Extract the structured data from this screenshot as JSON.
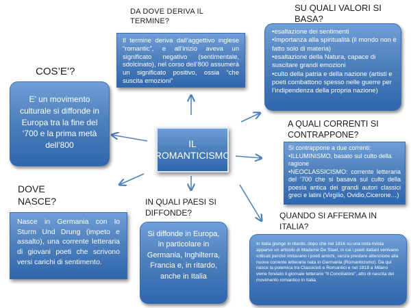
{
  "center": {
    "title": "IL ROMANTICISMO"
  },
  "cosE": {
    "heading": "COS’E’?",
    "text": "E’ un movimento culturale si diffonde in Europa tra la fine del ‘700 e la prima metà dell’800"
  },
  "termine": {
    "heading": "DA DOVE DERIVA IL TERMINE?",
    "text": "Il termine deriva dall’aggettivo inglese “romantic”, e all’inizio aveva un significato negativo (sentimentale, sdolcinato), nel corso dell’800 assumerà un significato positivo, ossia “che suscita emozioni”"
  },
  "valori": {
    "heading": "SU QUALI VALORI SI BASA?",
    "items": [
      "•esaltazione dei sentimenti",
      "•Importanza alla spiritualità (il mondo non è fatto solo di materia)",
      "•esaltazione della Natura, capace di suscitare grandi emozioni",
      "•culto della patria e della nazione (artisti e poeti combattono spesso nelle guerre per l’indipendenza della propria nazione)"
    ]
  },
  "correnti": {
    "heading": "A QUALI CORRENTI SI CONTRAPPONE?",
    "items": [
      "Si contrappone a due correnti:",
      "•ILLUMINISMO, basato sul culto della ragione",
      "•NEOCLASSICISMO: corrente letteraria del ‘700 che si basava sul culto della poesia antica dei grandi autori classici greci e latini (Virgilio, Ovidio,Cicerone…)"
    ]
  },
  "dove": {
    "heading": "DOVE NASCE?",
    "text": "Nasce in Germania con lo Sturm Und Drung (impeto e assalto), una corrente letteraria di giovani poeti che scrivono versi carichi di sentimento."
  },
  "paesi": {
    "heading": "IN QUALI PAESI SI DIFFONDE?",
    "text": "Si diffonde in Europa, in particolare in Germania, Inghilterra, Francia e, in ritardo, anche in Italia"
  },
  "italia": {
    "heading": "QUANDO SI AFFERMA IN ITALIA?",
    "text": "In Italia giunge in ritardo, dopo che nel 1816 su una nota rivista apparve un articolo di Madame De Stael, in cui i poeti italiani venivano criticati perché imitavano i poeti antichi, senza prestare attenzione alla nuova corrente letteraria nata in Germania (Romanticismo). Da qui nasce la polemica tra Classicisti e Romantici e nel 1818 a Milano viene fondato il giornale letterario “Il Conciliatore”, atto di nascita del movimento romantico in Italia"
  },
  "colors": {
    "box": "#4f81bd",
    "arrow": "#4f81bd",
    "text": "#ffffff"
  }
}
